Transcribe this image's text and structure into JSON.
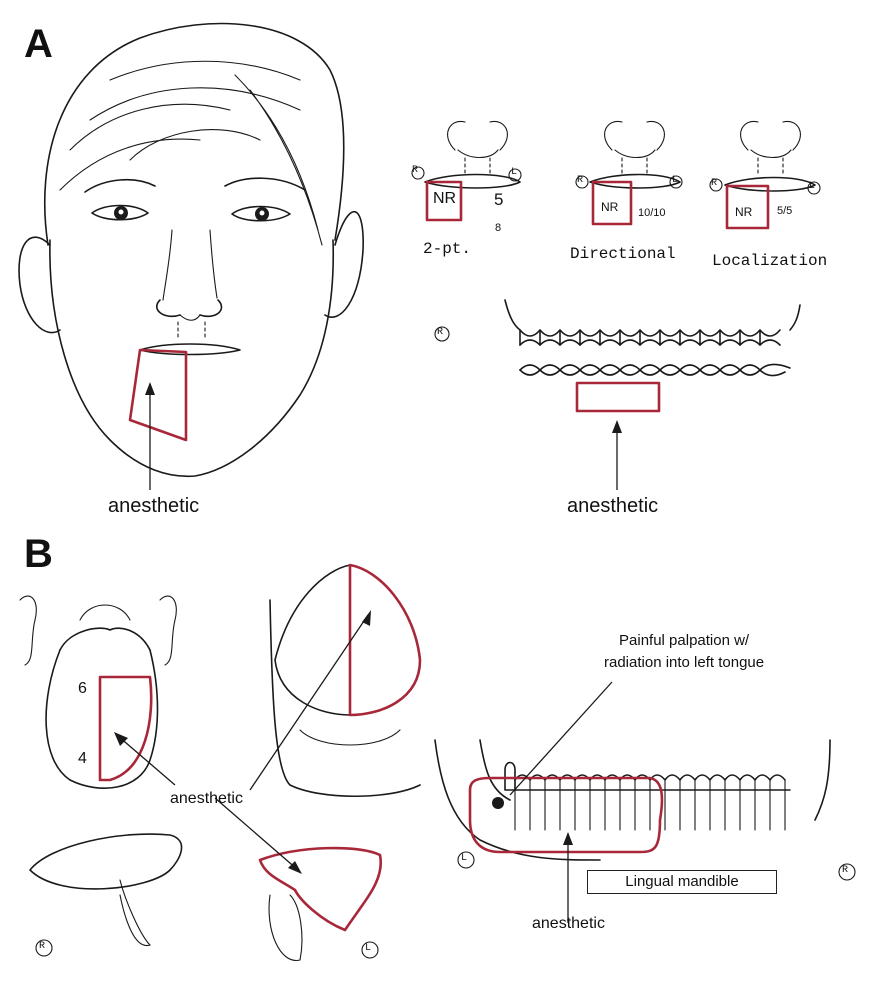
{
  "panel_a": {
    "label": "A",
    "face_region_label": "anesthetic",
    "lip_diagrams": [
      {
        "right_marker": "R",
        "left_marker": "L",
        "box_text": "NR",
        "value_top": "5",
        "value_bottom": "8",
        "caption": "2-pt."
      },
      {
        "right_marker": "R",
        "left_marker": "L",
        "box_text": "NR",
        "value": "10/10",
        "caption": "Directional"
      },
      {
        "right_marker": "R",
        "left_marker": "L",
        "box_text": "NR",
        "value": "5/5",
        "caption": "Localization"
      }
    ],
    "dental_right_marker": "R",
    "dental_label": "anesthetic"
  },
  "panel_b": {
    "label": "B",
    "tongue_value_top": "6",
    "tongue_value_bottom": "4",
    "center_label": "anesthetic",
    "lateral_right_marker": "R",
    "lateral_left_marker": "L",
    "palpation_note": "Painful palpation w/\nradiation into left tongue",
    "mandible_left_marker": "L",
    "mandible_right_marker": "R",
    "mandible_box_label": "Lingual mandible",
    "mandible_label": "anesthetic"
  },
  "colors": {
    "ink": "#1a1a1a",
    "region_outline": "#a8283a"
  }
}
